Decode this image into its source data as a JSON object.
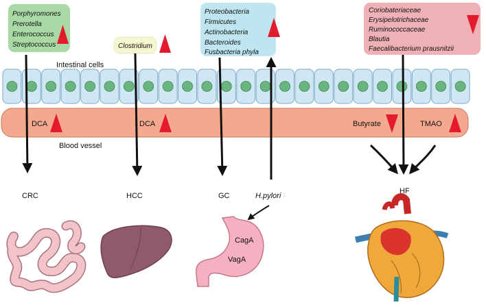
{
  "bacteria_groups": {
    "crc": [
      "Porphyromones",
      "Prerotella",
      "Enterococcus",
      "Streptococcus"
    ],
    "hcc": [
      "Clostridium"
    ],
    "gc": [
      "Proteobacteria",
      "Firmicutes",
      "Actinobacteria",
      "Bacteroides",
      "Fusbacteria phyla"
    ],
    "hf": [
      "Coriobateriaceae",
      "Erysipelotrichaceae",
      "Ruminococcaceae",
      "Blautia",
      "Faecalibacterium prausnitzii"
    ]
  },
  "layers": {
    "intestinal_label": "Intestinal cells",
    "blood_label": "Blood vessel"
  },
  "metabolites": {
    "dca_left": "DCA",
    "dca_mid": "DCA",
    "butyrate": "Butyrate",
    "tmao": "TMAO"
  },
  "diseases": {
    "crc": "CRC",
    "hcc": "HCC",
    "gc": "GC",
    "hf": "HF"
  },
  "h_pylori": "H.pylori",
  "stomach": {
    "caga": "CagA",
    "vaga": "VagA"
  },
  "colors": {
    "crc_box": "#a9d9a4",
    "hcc_box": "#f4f7cf",
    "gc_box": "#bfe6f0",
    "hf_box": "#efb0b6",
    "cell_fill": "#cfe6f4",
    "nucleus": "#6ab57f",
    "blood_vessel": "#f3a98d",
    "arrow_red": "#e31b2d"
  }
}
